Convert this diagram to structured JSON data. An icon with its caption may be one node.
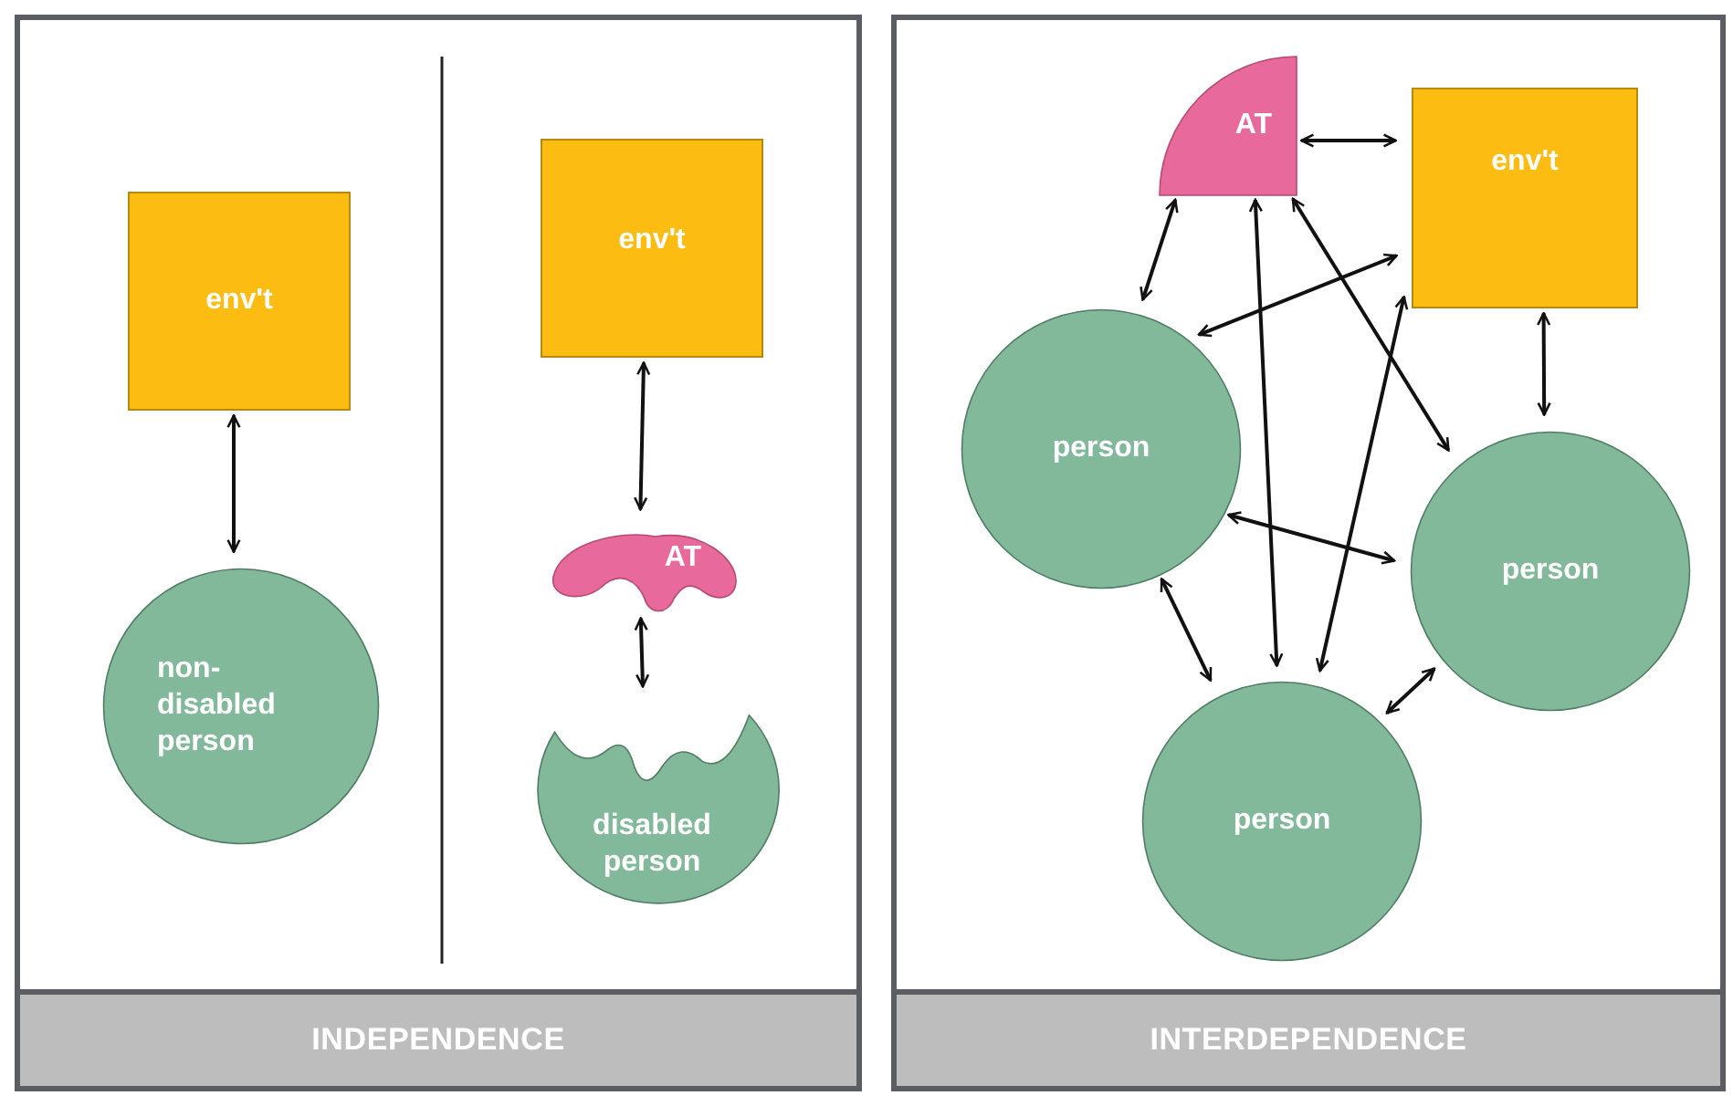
{
  "diagram": {
    "nodes": [
      {
        "text": [
          "INDEPENDENCE"
        ]
      },
      {
        "text": [
          "env't"
        ],
        "in": 0
      },
      {
        "text": [
          "non-disabled person"
        ],
        "in": 0
      },
      {
        "text": [
          "env't"
        ],
        "in": 0
      },
      {
        "text": [
          "AT"
        ],
        "in": 0
      },
      {
        "text": [
          "disabled person"
        ],
        "in": 0
      },
      {
        "text": [
          "INTERDEPENDENCE"
        ]
      },
      {
        "text": [
          "AT"
        ],
        "in": 6
      },
      {
        "text": [
          "env't"
        ],
        "in": 6
      },
      {
        "text": [
          "person"
        ],
        "in": 6
      },
      {
        "text": [
          "person"
        ],
        "in": 6
      },
      {
        "text": [
          "person"
        ],
        "in": 6
      }
    ],
    "edges": [
      {
        "from": 1,
        "to": 2,
        "arrow": "both"
      },
      {
        "from": 3,
        "to": 4,
        "arrow": "both"
      },
      {
        "from": 4,
        "to": 5,
        "arrow": "both"
      },
      {
        "from": 7,
        "to": 8,
        "arrow": "both"
      },
      {
        "from": 7,
        "to": 9,
        "arrow": "both"
      },
      {
        "from": 8,
        "to": 9,
        "arrow": "both"
      },
      {
        "from": 7,
        "to": 11,
        "arrow": "both"
      },
      {
        "from": 7,
        "to": 10,
        "arrow": "both"
      },
      {
        "from": 8,
        "to": 11,
        "arrow": "both"
      },
      {
        "from": 8,
        "to": 10,
        "arrow": "both"
      },
      {
        "from": 9,
        "to": 10,
        "arrow": "both"
      },
      {
        "from": 9,
        "to": 11,
        "arrow": "both"
      },
      {
        "from": 10,
        "to": 11,
        "arrow": "both"
      }
    ]
  }
}
